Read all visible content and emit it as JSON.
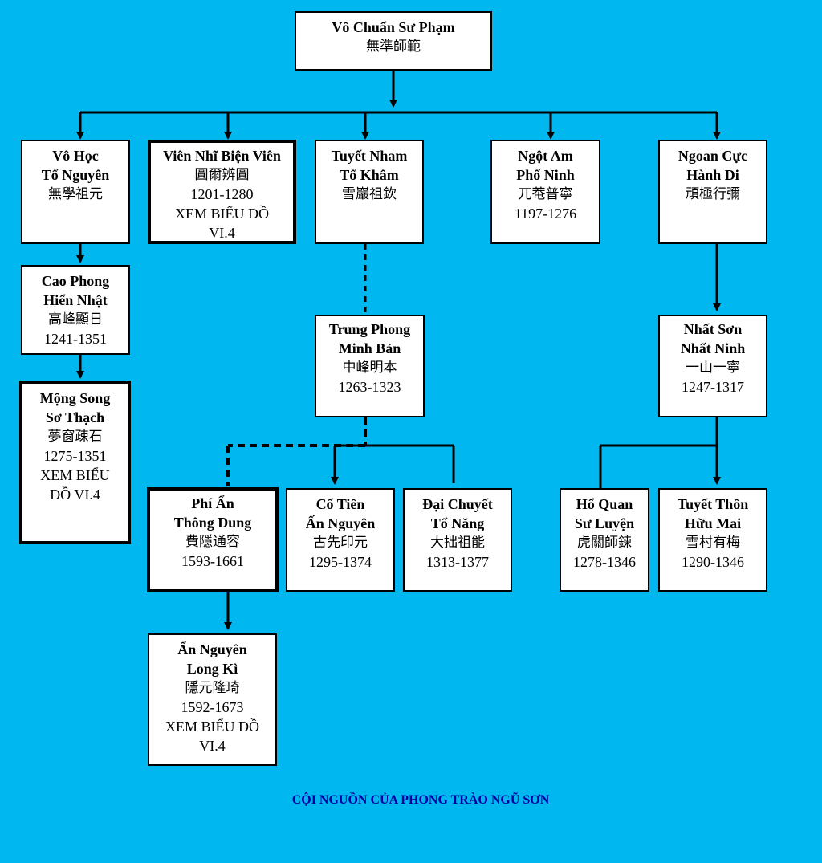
{
  "caption": "CỘI NGUỒN CỦA PHONG TRÀO NGŨ SƠN",
  "nodes": {
    "vo_chuan": {
      "name": [
        "Vô Chuẩn Sư Phạm"
      ],
      "han": "無準師範"
    },
    "vo_hoc": {
      "name": [
        "Vô Học",
        "Tổ Nguyên"
      ],
      "han": "無學祖元"
    },
    "vien_nhi": {
      "name": [
        "Viên Nhĩ Biện Viên"
      ],
      "han": "圓爾辨圓",
      "years": "1201-1280",
      "note": [
        "XEM BIỂU ĐỒ",
        "VI.4"
      ]
    },
    "tuyet_nham": {
      "name": [
        "Tuyết Nham",
        "Tổ Khâm"
      ],
      "han": "雪巖祖欽"
    },
    "ngot_am": {
      "name": [
        "Ngột Am",
        "Phổ Ninh"
      ],
      "han": "兀菴普寧",
      "years": "1197-1276"
    },
    "ngoan_cuc": {
      "name": [
        "Ngoan Cực",
        "Hành Di"
      ],
      "han": "頑極行彌"
    },
    "cao_phong": {
      "name": [
        "Cao Phong",
        "Hiển Nhật"
      ],
      "han": "高峰顯日",
      "years": "1241-1351"
    },
    "mong_song": {
      "name": [
        "Mộng Song",
        "Sơ Thạch"
      ],
      "han": "夢窗疎石",
      "years": "1275-1351",
      "note": [
        "XEM BIỂU",
        "ĐỒ VI.4"
      ]
    },
    "trung_phong": {
      "name": [
        "Trung Phong",
        "Minh Bản"
      ],
      "han": "中峰明本",
      "years": "1263-1323"
    },
    "nhat_son": {
      "name": [
        "Nhất Sơn",
        "Nhất Ninh"
      ],
      "han": "一山一寧",
      "years": "1247-1317"
    },
    "phi_an": {
      "name": [
        "Phí Ẩn",
        "Thông Dung"
      ],
      "han": "費隱通容",
      "years": "1593-1661"
    },
    "co_tien": {
      "name": [
        "Cổ Tiên",
        "Ấn Nguyên"
      ],
      "han": "古先印元",
      "years": "1295-1374"
    },
    "dai_chuyet": {
      "name": [
        "Đại Chuyết",
        "Tổ Năng"
      ],
      "han": "大拙祖能",
      "years": "1313-1377"
    },
    "ho_quan": {
      "name": [
        "Hổ Quan",
        "Sư Luyện"
      ],
      "han": "虎關師鍊",
      "years": "1278-1346"
    },
    "tuyet_thon": {
      "name": [
        "Tuyết Thôn",
        "Hữu Mai"
      ],
      "han": "雪村有梅",
      "years": "1290-1346"
    },
    "an_nguyen": {
      "name": [
        "Ẩn Nguyên",
        "Long Kì"
      ],
      "han": "隱元隆琦",
      "years": "1592-1673",
      "note": [
        "XEM BIỂU ĐỒ",
        "VI.4"
      ]
    }
  }
}
